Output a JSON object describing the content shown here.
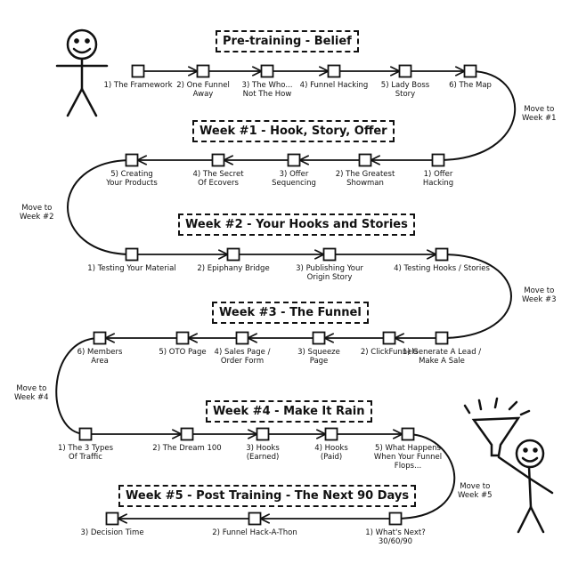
{
  "sections": {
    "pretraining": {
      "title": "Pre-training - Belief",
      "steps": [
        "1) The Framework",
        "2) One Funnel\nAway",
        "3) The Who...\nNot The How",
        "4) Funnel Hacking",
        "5) Lady Boss\nStory",
        "6) The Map"
      ]
    },
    "week1": {
      "title": "Week #1 - Hook, Story, Offer",
      "steps": [
        "5) Creating\nYour Products",
        "4) The Secret\nOf Ecovers",
        "3) Offer\nSequencing",
        "2) The Greatest\nShowman",
        "1) Offer\nHacking"
      ]
    },
    "week2": {
      "title": "Week #2 - Your Hooks and Stories",
      "steps": [
        "1) Testing Your Material",
        "2) Epiphany Bridge",
        "3) Publishing Your\nOrigin Story",
        "4) Testing Hooks / Stories"
      ]
    },
    "week3": {
      "title": "Week #3 - The Funnel",
      "steps": [
        "6) Members\nArea",
        "5) OTO Page",
        "4) Sales Page /\nOrder Form",
        "3) Squeeze\nPage",
        "2) ClickFunnels",
        "1) Generate A Lead /\nMake A Sale"
      ]
    },
    "week4": {
      "title": "Week #4 - Make It Rain",
      "steps": [
        "1) The 3 Types\nOf Traffic",
        "2) The Dream 100",
        "3) Hooks\n(Earned)",
        "4) Hooks\n(Paid)",
        "5) What Happens\nWhen Your Funnel\nFlops..."
      ]
    },
    "week5": {
      "title": "Week #5 - Post Training - The Next 90 Days",
      "steps": [
        "3) Decision Time",
        "2) Funnel Hack-A-Thon",
        "1) What's Next?\n30/60/90"
      ]
    }
  },
  "moves": {
    "to_week1": "Move to\nWeek #1",
    "to_week2": "Move to\nWeek #2",
    "to_week3": "Move to\nWeek #3",
    "to_week4": "Move to\nWeek #4",
    "to_week5": "Move to\nWeek #5"
  },
  "icons": [
    "stick-figure-icon",
    "stick-figure-funnel-icon"
  ]
}
